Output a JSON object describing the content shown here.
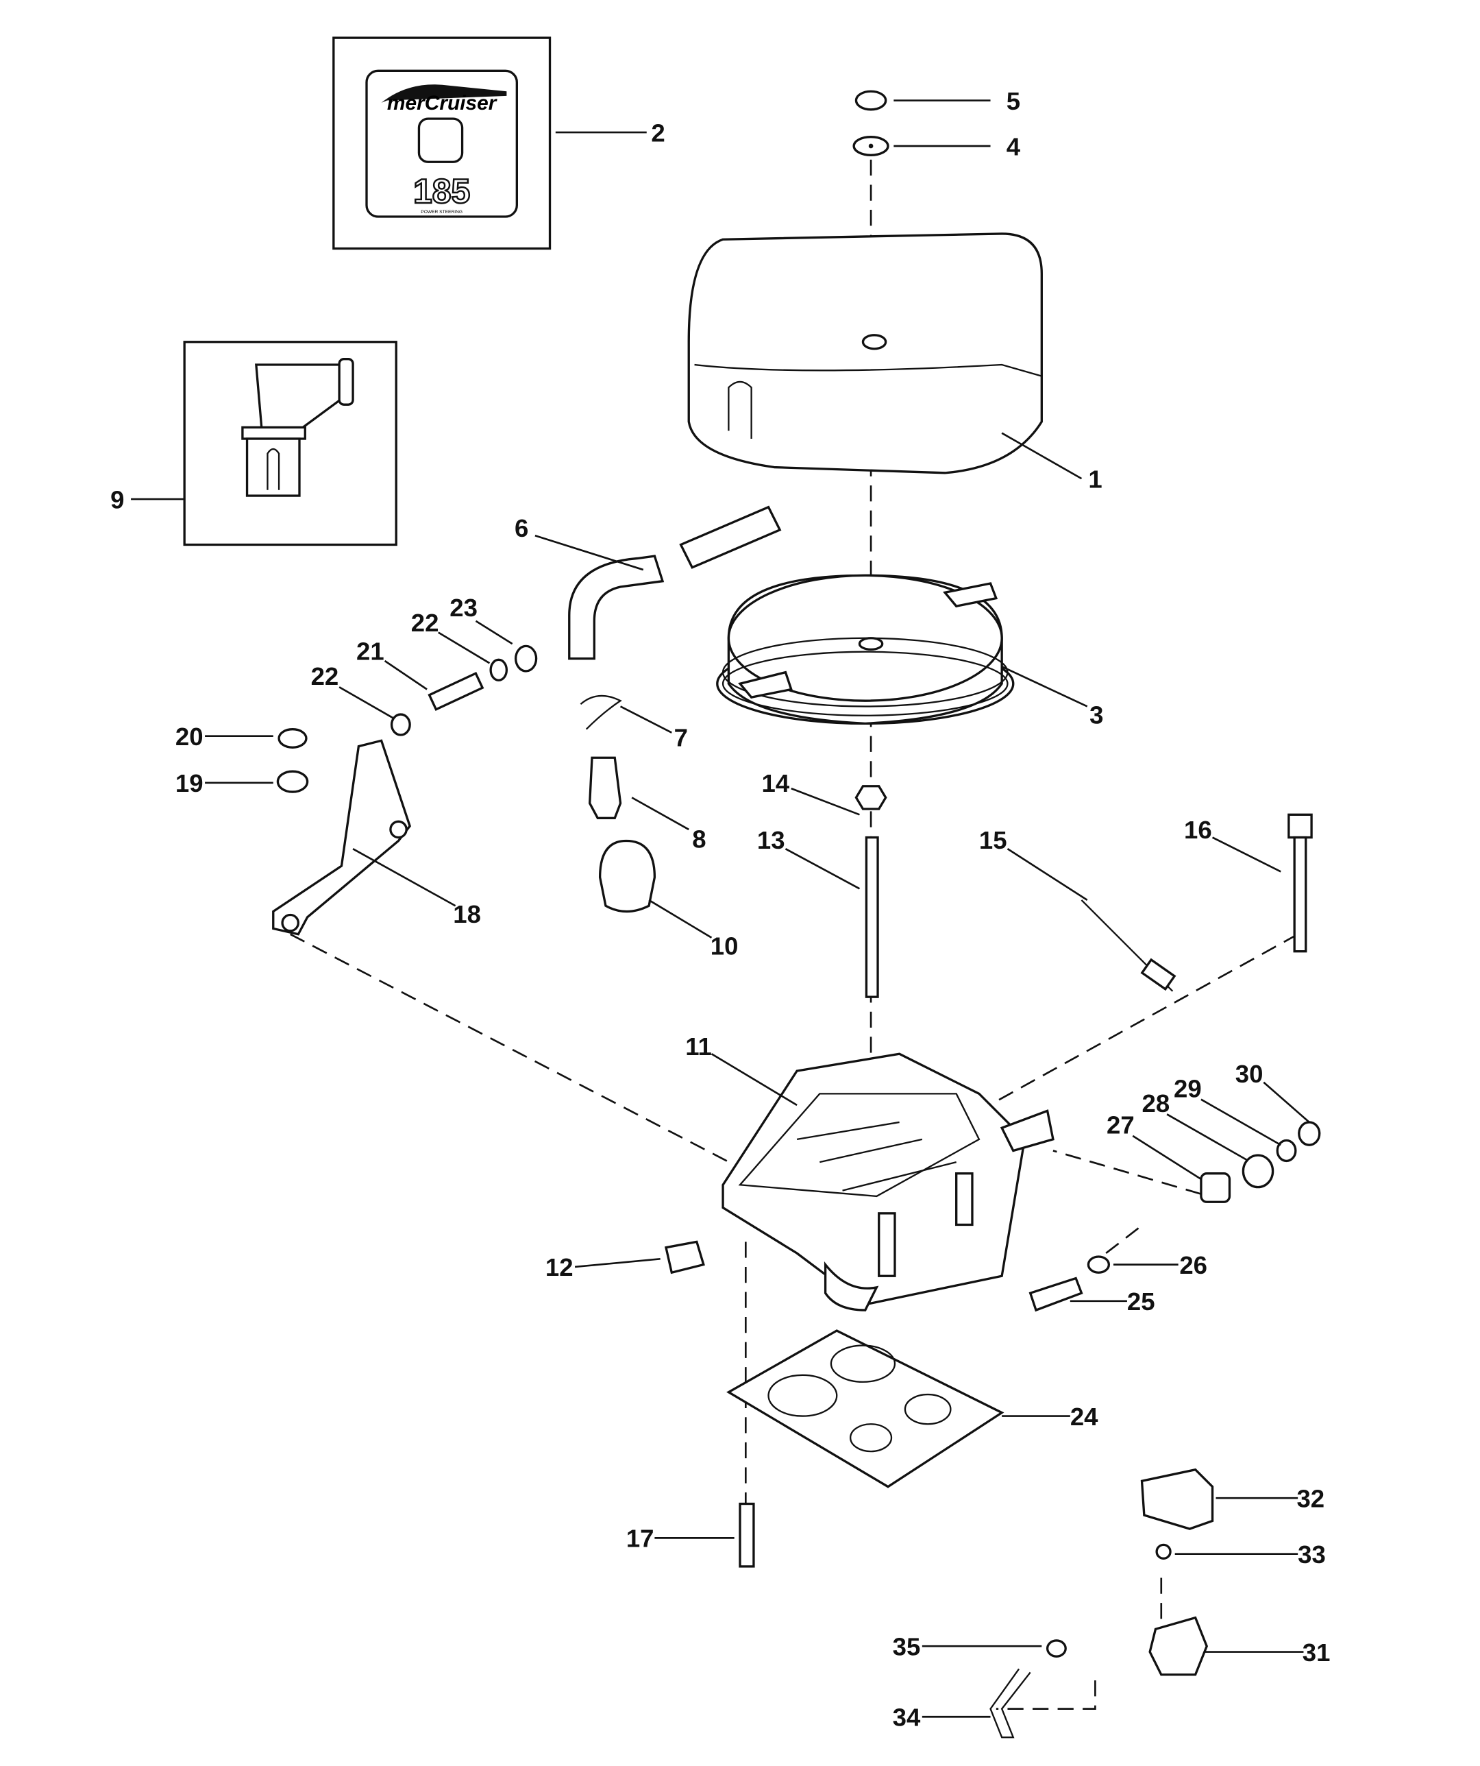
{
  "logo": {
    "brand": "merCruiser",
    "model": "185",
    "subtitle": "POWER STEERING"
  },
  "callouts": {
    "c1": "1",
    "c2": "2",
    "c3": "3",
    "c4": "4",
    "c5": "5",
    "c6": "6",
    "c7": "7",
    "c8": "8",
    "c9": "9",
    "c10": "10",
    "c11": "11",
    "c12": "12",
    "c13": "13",
    "c14": "14",
    "c15": "15",
    "c16": "16",
    "c17": "17",
    "c18": "18",
    "c19": "19",
    "c20": "20",
    "c21": "21",
    "c22a": "22",
    "c22b": "22",
    "c23": "23",
    "c24": "24",
    "c25": "25",
    "c26": "26",
    "c27": "27",
    "c28": "28",
    "c29": "29",
    "c30": "30",
    "c31": "31",
    "c32": "32",
    "c33": "33",
    "c34": "34",
    "c35": "35"
  }
}
